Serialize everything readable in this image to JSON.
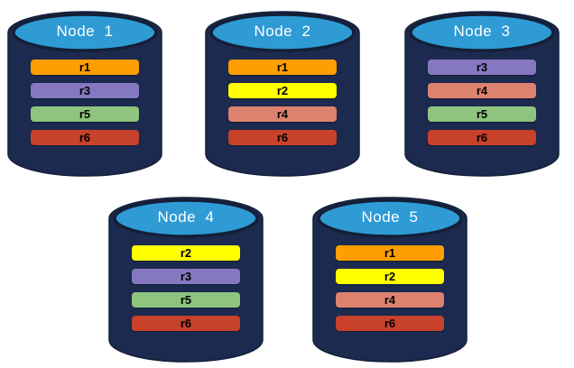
{
  "colors": {
    "background": "#ffffff",
    "cylinder_body": "#1b2a4e",
    "cylinder_outline": "#141f38",
    "cylinder_top": "#2e9bd5",
    "node_label_color": "#ffffff",
    "bar_label_color": "#000000"
  },
  "nodes": [
    {
      "label": "Node  1",
      "replicas": [
        {
          "id": "r1",
          "color": "#ff9e00"
        },
        {
          "id": "r3",
          "color": "#8678c0"
        },
        {
          "id": "r5",
          "color": "#8fc47e"
        },
        {
          "id": "r6",
          "color": "#c8412a"
        }
      ]
    },
    {
      "label": "Node  2",
      "replicas": [
        {
          "id": "r1",
          "color": "#ff9e00"
        },
        {
          "id": "r2",
          "color": "#ffff00"
        },
        {
          "id": "r4",
          "color": "#de8270"
        },
        {
          "id": "r6",
          "color": "#c8412a"
        }
      ]
    },
    {
      "label": "Node  3",
      "replicas": [
        {
          "id": "r3",
          "color": "#8678c0"
        },
        {
          "id": "r4",
          "color": "#de8270"
        },
        {
          "id": "r5",
          "color": "#8fc47e"
        },
        {
          "id": "r6",
          "color": "#c8412a"
        }
      ]
    },
    {
      "label": "Node  4",
      "replicas": [
        {
          "id": "r2",
          "color": "#ffff00"
        },
        {
          "id": "r3",
          "color": "#8678c0"
        },
        {
          "id": "r5",
          "color": "#8fc47e"
        },
        {
          "id": "r6",
          "color": "#c8412a"
        }
      ]
    },
    {
      "label": "Node  5",
      "replicas": [
        {
          "id": "r1",
          "color": "#ff9e00"
        },
        {
          "id": "r2",
          "color": "#ffff00"
        },
        {
          "id": "r4",
          "color": "#de8270"
        },
        {
          "id": "r6",
          "color": "#c8412a"
        }
      ]
    }
  ]
}
